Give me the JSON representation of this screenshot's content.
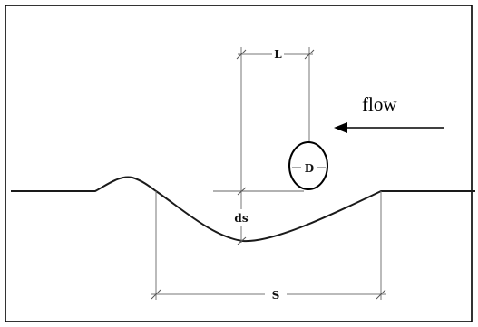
{
  "labels": {
    "pile_spacing": "L",
    "pile_diameter": "D",
    "scour_depth": "ds",
    "scour_width": "S",
    "flow": "flow"
  },
  "colors": {
    "frame": "#000000",
    "bed_line": "#1a1a1a",
    "dimension_line": "#777777",
    "text": "#111111"
  }
}
